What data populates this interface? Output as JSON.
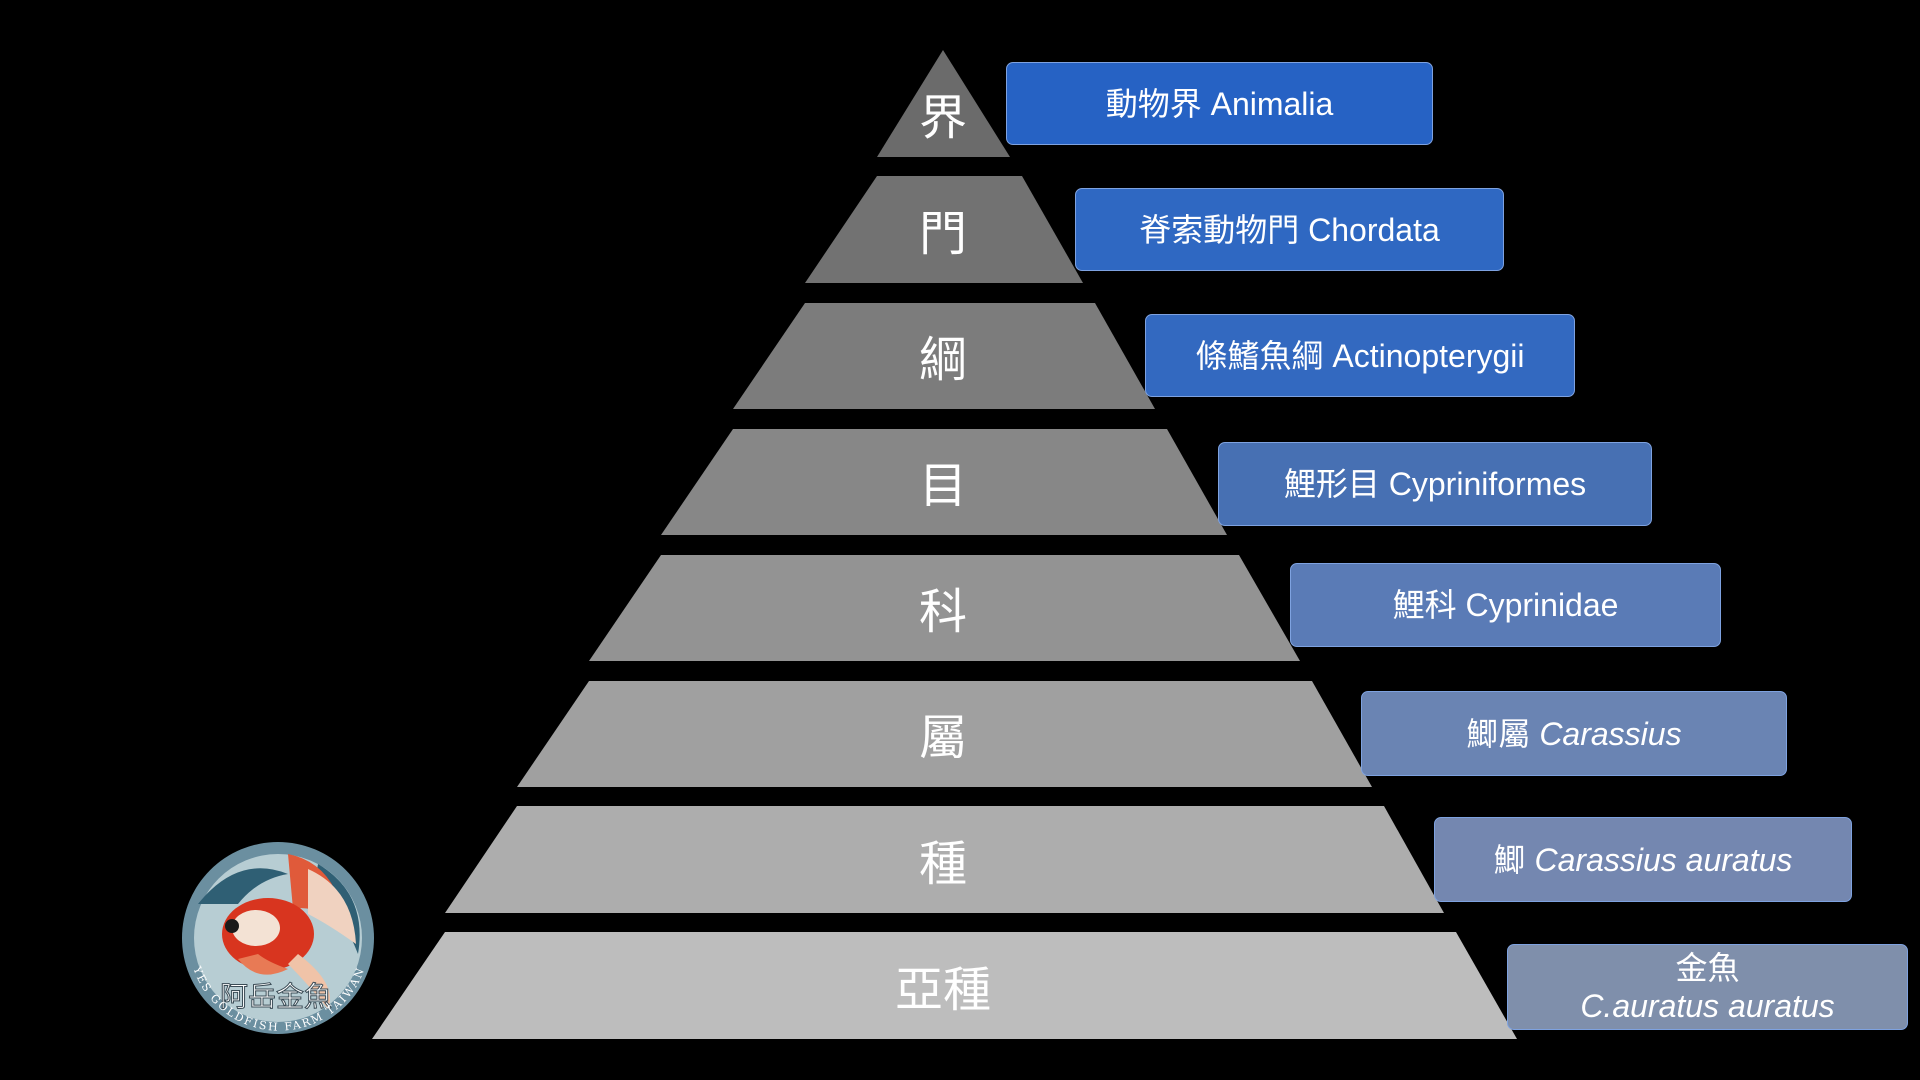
{
  "ranks": [
    {
      "rank": "界",
      "taxon_cn": "動物界",
      "taxon_latin": "Animalia",
      "italic": false
    },
    {
      "rank": "門",
      "taxon_cn": "脊索動物門",
      "taxon_latin": "Chordata",
      "italic": false
    },
    {
      "rank": "綱",
      "taxon_cn": "條鰭魚綱",
      "taxon_latin": "Actinopterygii",
      "italic": false
    },
    {
      "rank": "目",
      "taxon_cn": "鯉形目",
      "taxon_latin": "Cypriniformes",
      "italic": false
    },
    {
      "rank": "科",
      "taxon_cn": "鯉科",
      "taxon_latin": "Cyprinidae",
      "italic": false
    },
    {
      "rank": "屬",
      "taxon_cn": "鯽屬",
      "taxon_latin": "Carassius",
      "italic": true
    },
    {
      "rank": "種",
      "taxon_cn": "鯽",
      "taxon_latin": "Carassius auratus",
      "italic": true
    },
    {
      "rank": "亞種",
      "taxon_cn": "金魚",
      "taxon_latin": "C.auratus auratus",
      "italic": true
    }
  ],
  "logo": {
    "name_cn": "阿岳金魚",
    "name_en": "YES GOLDFISH FARM TAIWAN"
  },
  "colors": {
    "background": "#000000",
    "tiers": [
      "#6b6b6b",
      "#727272",
      "#7c7c7c",
      "#878787",
      "#939393",
      "#a0a0a0",
      "#adadad",
      "#bdbdbd"
    ],
    "boxes": [
      "#2662c4",
      "#2f68c2",
      "#3369c0",
      "#4770b3",
      "#5a7bb6",
      "#6a84b3",
      "#7487b0",
      "#7f8fab"
    ]
  }
}
